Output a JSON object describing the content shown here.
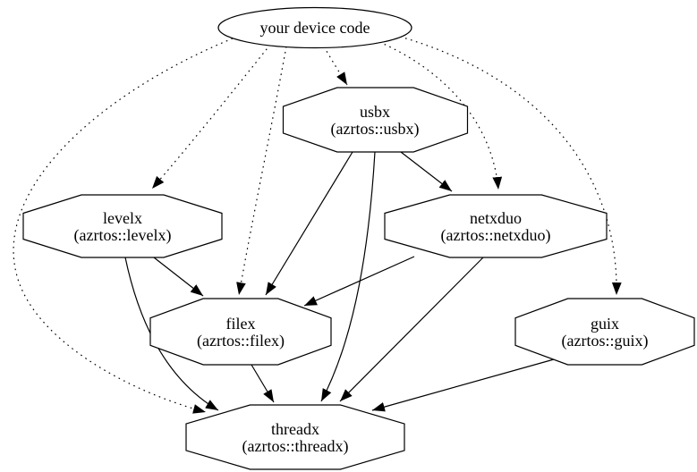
{
  "graph": {
    "colors": {
      "background": "#ffffff",
      "node_stroke": "#000000",
      "node_fill": "#ffffff",
      "edge_color": "#000000",
      "text_color": "#000000"
    },
    "nodes": {
      "device": {
        "label": "your device code",
        "shape": "ellipse"
      },
      "usbx": {
        "title": "usbx",
        "subtitle": "(azrtos::usbx)",
        "shape": "octagon"
      },
      "levelx": {
        "title": "levelx",
        "subtitle": "(azrtos::levelx)",
        "shape": "octagon"
      },
      "netxduo": {
        "title": "netxduo",
        "subtitle": "(azrtos::netxduo)",
        "shape": "octagon"
      },
      "filex": {
        "title": "filex",
        "subtitle": "(azrtos::filex)",
        "shape": "octagon"
      },
      "guix": {
        "title": "guix",
        "subtitle": "(azrtos::guix)",
        "shape": "octagon"
      },
      "threadx": {
        "title": "threadx",
        "subtitle": "(azrtos::threadx)",
        "shape": "octagon"
      }
    },
    "edges": [
      {
        "from": "your device code",
        "to": "usbx",
        "style": "dotted"
      },
      {
        "from": "your device code",
        "to": "levelx",
        "style": "dotted"
      },
      {
        "from": "your device code",
        "to": "netxduo",
        "style": "dotted"
      },
      {
        "from": "your device code",
        "to": "filex",
        "style": "dotted"
      },
      {
        "from": "your device code",
        "to": "guix",
        "style": "dotted"
      },
      {
        "from": "your device code",
        "to": "threadx",
        "style": "dotted"
      },
      {
        "from": "usbx",
        "to": "netxduo",
        "style": "solid"
      },
      {
        "from": "usbx",
        "to": "filex",
        "style": "solid"
      },
      {
        "from": "usbx",
        "to": "threadx",
        "style": "solid"
      },
      {
        "from": "levelx",
        "to": "filex",
        "style": "solid"
      },
      {
        "from": "levelx",
        "to": "threadx",
        "style": "solid"
      },
      {
        "from": "netxduo",
        "to": "filex",
        "style": "solid"
      },
      {
        "from": "netxduo",
        "to": "threadx",
        "style": "solid"
      },
      {
        "from": "filex",
        "to": "threadx",
        "style": "solid"
      },
      {
        "from": "guix",
        "to": "threadx",
        "style": "solid"
      }
    ]
  }
}
